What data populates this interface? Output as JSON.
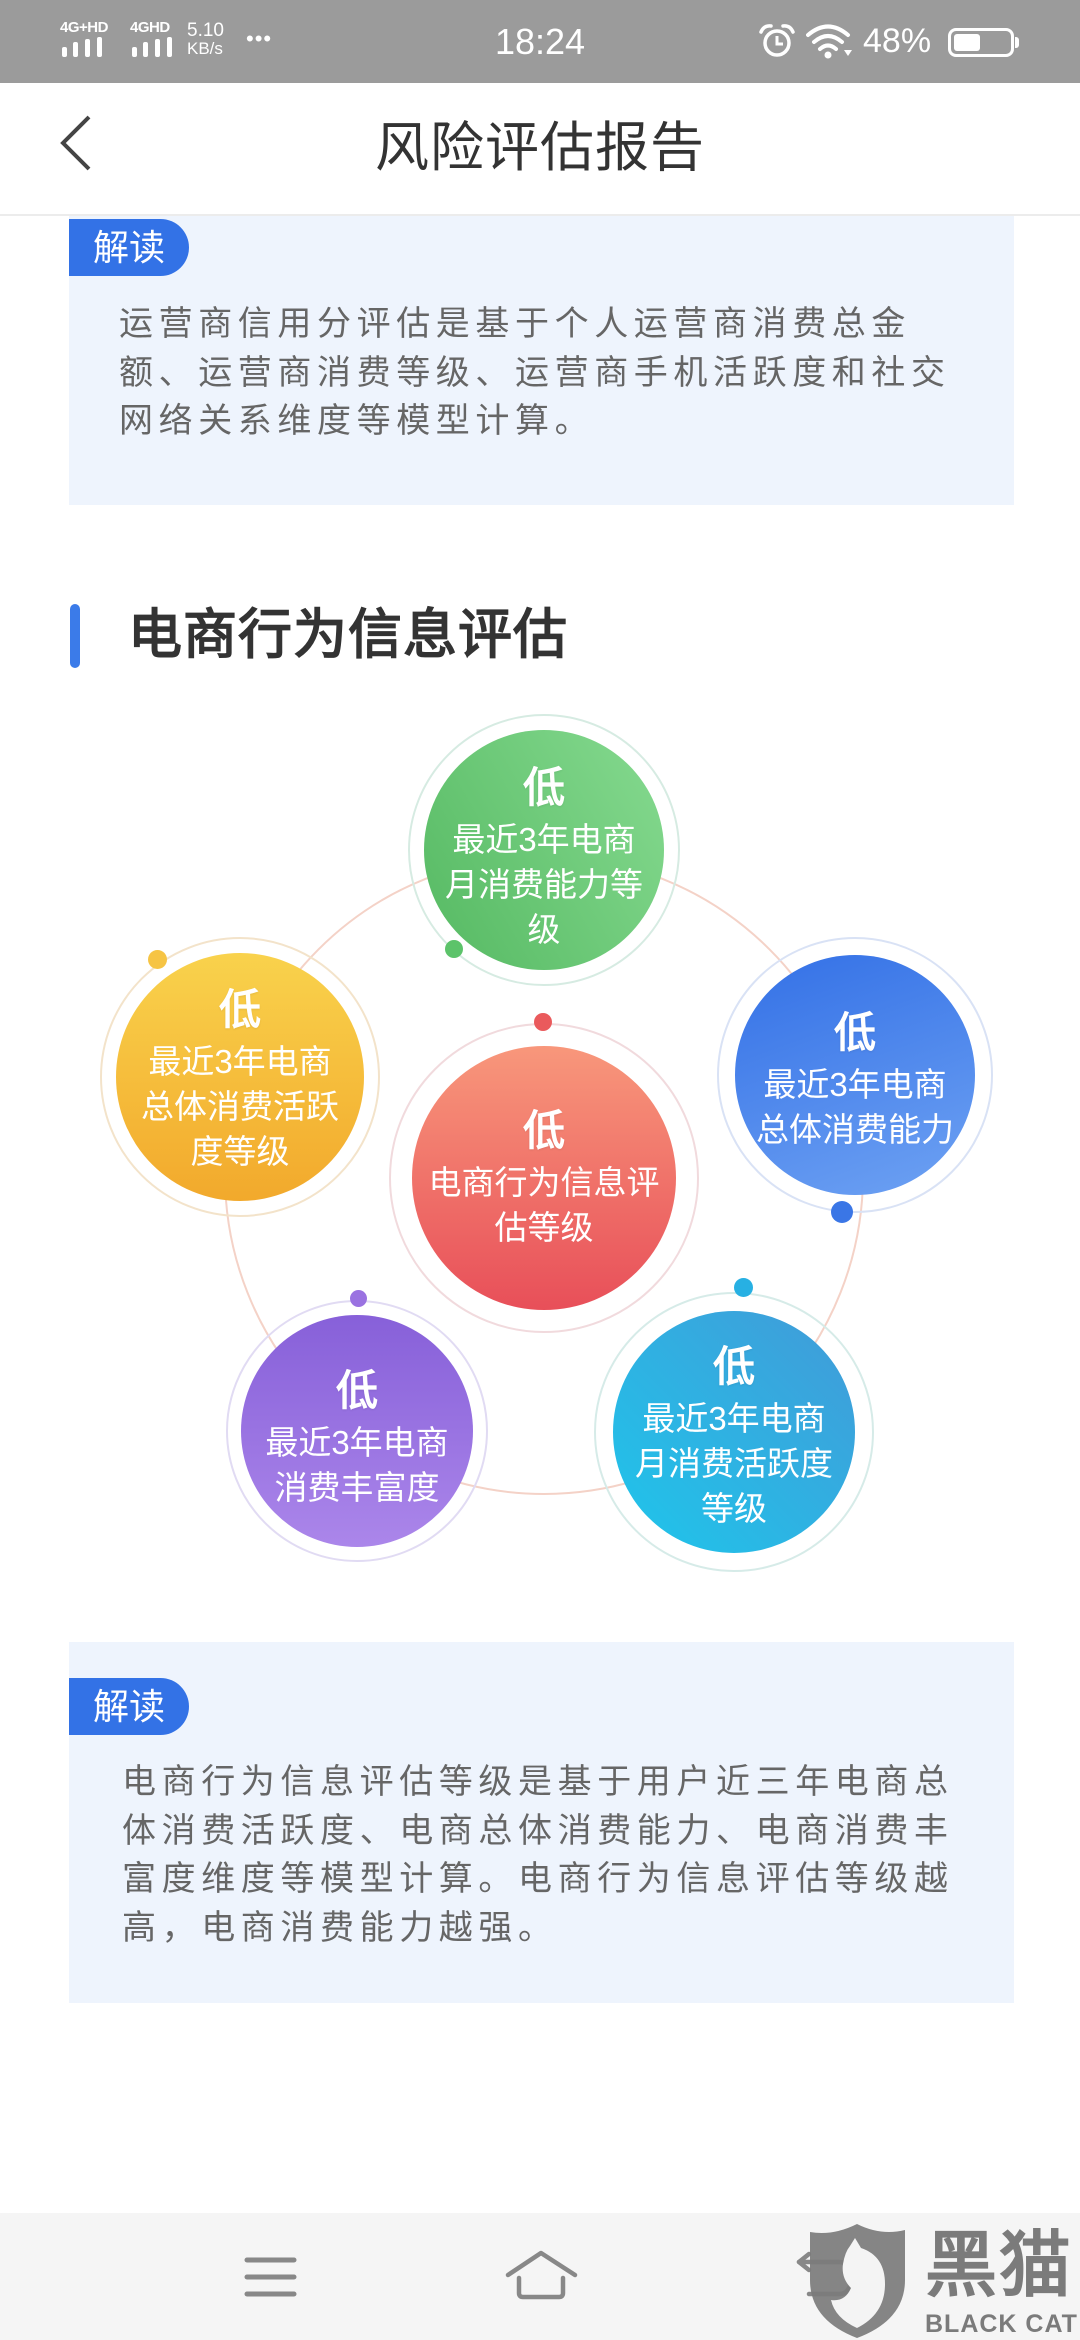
{
  "status_bar": {
    "sim1_label": "4G+HD",
    "sim2_label": "4GHD",
    "net_speed": "5.10",
    "net_speed_unit": "KB/s",
    "overflow_dots": "•••",
    "time": "18:24",
    "battery_percent": "48%",
    "icons": [
      "signal-icon",
      "signal-icon",
      "alarm-icon",
      "wifi-icon",
      "battery-icon"
    ]
  },
  "header": {
    "title": "风险评估报告",
    "back_icon": "chevron-left-icon"
  },
  "operator_interpretation": {
    "badge": "解读",
    "lines": [
      "运营商信用分评估是基于个人运营商消费总金",
      "额、运营商消费等级、运营商手机活跃度和社交",
      "网络关系维度等模型计算。"
    ]
  },
  "ecommerce_section": {
    "title": "电商行为信息评估",
    "accent_color": "#3b7be9",
    "connector_color": "#f4d2c7",
    "center_node": {
      "level": "低",
      "lines": [
        "电商行为信息评",
        "估等级"
      ],
      "gradient": [
        "#f8977b",
        "#e84f59"
      ],
      "ring_color": "#f1dadd",
      "dot_color": "#ea5a5c"
    },
    "nodes": [
      {
        "level": "低",
        "lines": [
          "最近3年电商",
          "月消费能力等",
          "级"
        ],
        "gradient": [
          "#55b962",
          "#86da90"
        ],
        "ring_color": "#d6ebe2",
        "dot_color": "#5cc36a"
      },
      {
        "level": "低",
        "lines": [
          "最近3年电商",
          "总体消费能力"
        ],
        "gradient": [
          "#3370e6",
          "#6ea2f3"
        ],
        "ring_color": "#d9e2f5",
        "dot_color": "#3a76e6"
      },
      {
        "level": "低",
        "lines": [
          "最近3年电商",
          "月消费活跃度",
          "等级"
        ],
        "gradient": [
          "#429ad8",
          "#1ec6eb"
        ],
        "ring_color": "#d6ebe8",
        "dot_color": "#27b0e3"
      },
      {
        "level": "低",
        "lines": [
          "最近3年电商",
          "消费丰富度"
        ],
        "gradient": [
          "#8760d9",
          "#ab86ea"
        ],
        "ring_color": "#e1dbf3",
        "dot_color": "#9a72e1"
      },
      {
        "level": "低",
        "lines": [
          "最近3年电商",
          "总体消费活跃",
          "度等级"
        ],
        "gradient": [
          "#f9d24c",
          "#f2a92c"
        ],
        "ring_color": "#f3e3ca",
        "dot_color": "#f6c444"
      }
    ]
  },
  "ecommerce_interpretation": {
    "badge": "解读",
    "lines": [
      "电商行为信息评估等级是基于用户近三年电商总",
      "体消费活跃度、电商总体消费能力、电商消费丰",
      "富度维度等模型计算。电商行为信息评估等级越",
      "高，电商消费能力越强。"
    ]
  },
  "nav_bar": {
    "buttons": [
      "menu-icon",
      "home-icon",
      "back-icon"
    ]
  },
  "watermark": {
    "cn": "黑猫",
    "en": "BLACK CAT"
  }
}
